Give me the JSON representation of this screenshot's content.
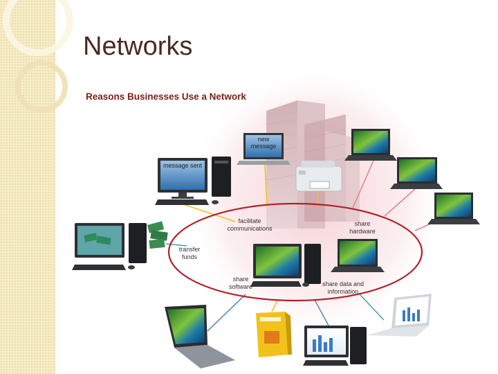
{
  "slide": {
    "title": "Networks"
  },
  "diagram": {
    "title": "Reasons Businesses Use a Network",
    "hub_labels": {
      "facilitate_communications": "facilitate communications",
      "share_hardware": "share hardware",
      "transfer_funds": "transfer funds",
      "share_software": "share software",
      "share_data": "share data and information"
    },
    "screen_text": {
      "new_message": "new message",
      "message_sent": "message sent"
    }
  },
  "colors": {
    "sidebar": "#f6ecc6",
    "title_text": "#4a2a1f",
    "diagram_title": "#7a1f1a",
    "hub_ellipse": "#b51f2a",
    "link_yellow": "#f2c21b",
    "link_red": "#e0878b",
    "link_blue": "#5b8fc9",
    "link_teal": "#4aa3a3"
  }
}
